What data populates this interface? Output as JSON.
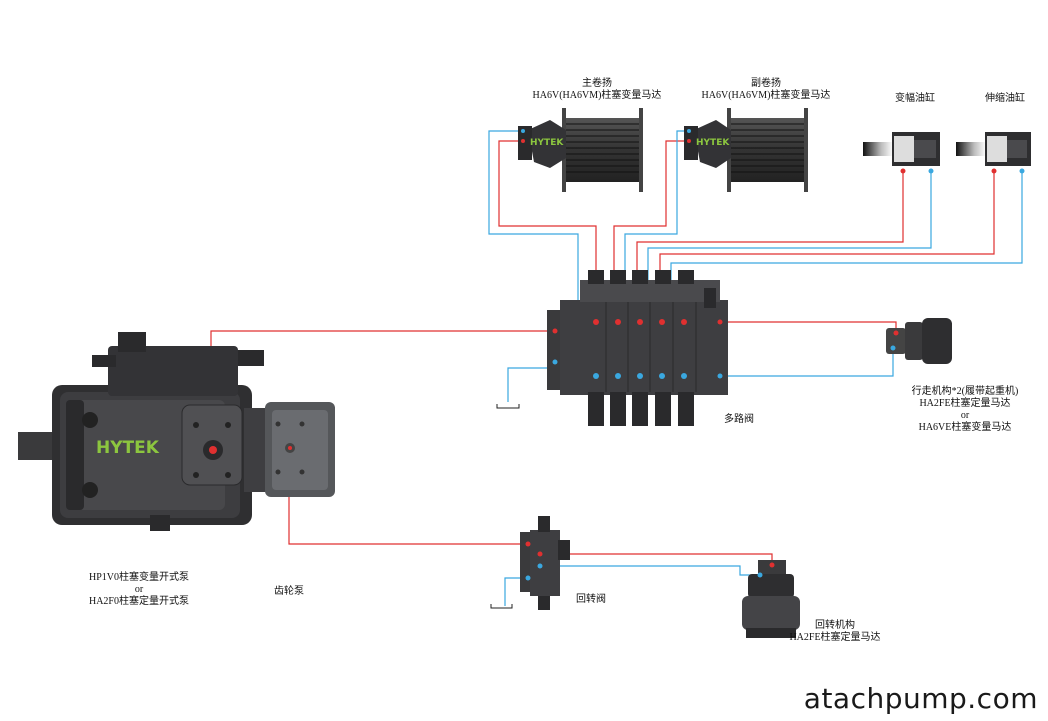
{
  "brand": "HYTEK",
  "watermark": "atachpump.com",
  "colors": {
    "pressure": "#e03030",
    "return": "#3aa8e0",
    "body": "#3a3a3c",
    "dark": "#202022",
    "accent": "#8cc63f"
  },
  "labels": {
    "main_winch_title": "主卷扬",
    "main_winch_motor": "HA6V(HA6VM)柱塞变量马达",
    "aux_winch_title": "副卷扬",
    "aux_winch_motor": "HA6V(HA6VM)柱塞变量马达",
    "luffing_cylinder": "变幅油缸",
    "telescopic_cylinder": "伸缩油缸",
    "multiway_valve": "多路阀",
    "travel_line1": "行走机构*2(履带起重机)",
    "travel_line2": "HA2FE柱塞定量马达",
    "travel_or": "or",
    "travel_line3": "HA6VE柱塞变量马达",
    "main_pump_line1": "HP1V0柱塞变量开式泵",
    "main_pump_or": "or",
    "main_pump_line2": "HA2F0柱塞定量开式泵",
    "gear_pump": "齿轮泵",
    "swing_valve": "回转阀",
    "swing_line1": "回转机构",
    "swing_line2": "HA2FE柱塞定量马达"
  }
}
